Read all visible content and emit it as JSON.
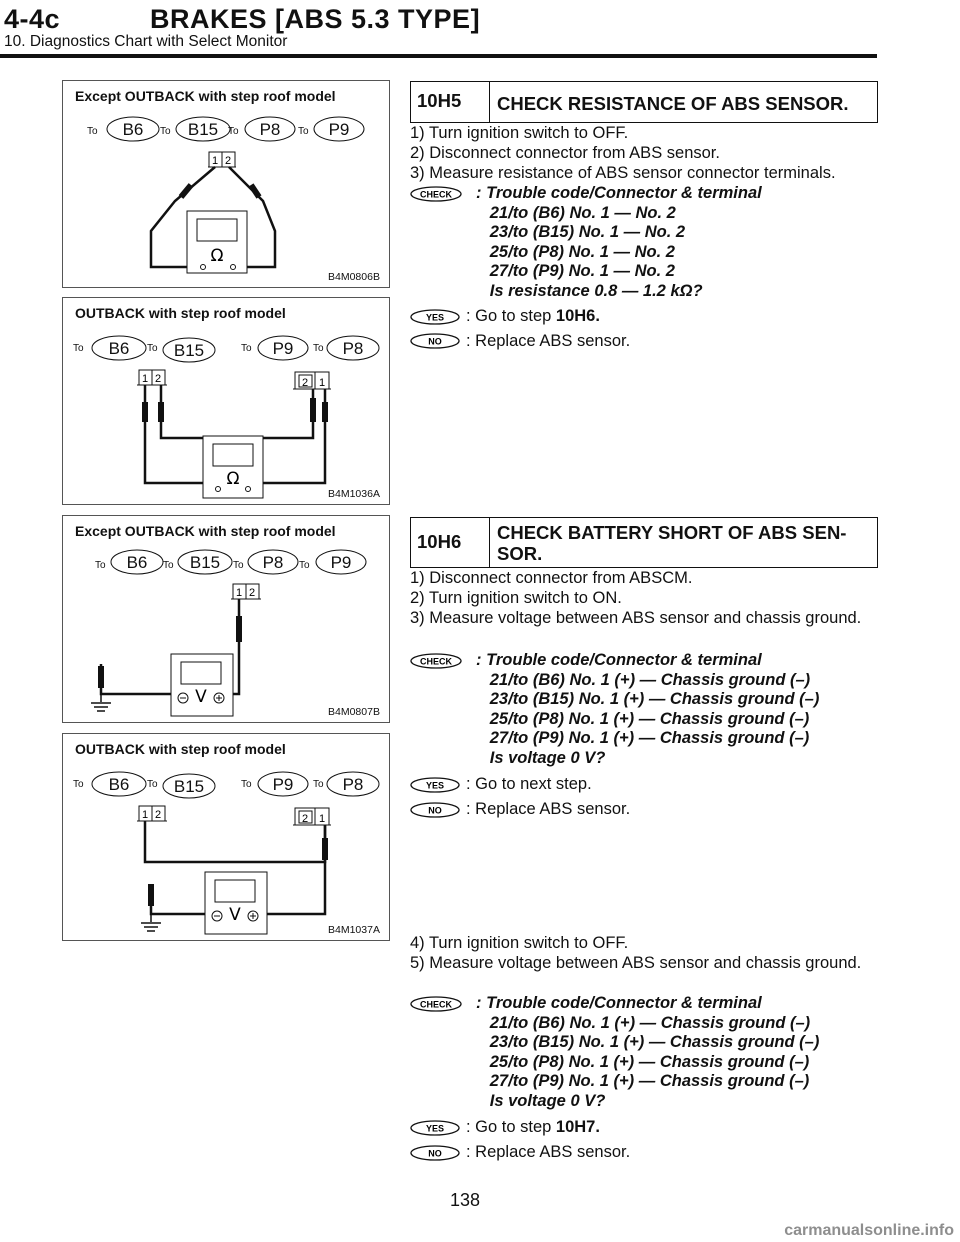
{
  "header": {
    "section": "4-4c",
    "title": "BRAKES [ABS 5.3 TYPE]",
    "subtitle": "10. Diagnostics Chart with Select Monitor"
  },
  "figures": [
    {
      "title": "Except OUTBACK with step roof model",
      "id": "B4M0806B",
      "connectors": [
        "B6",
        "B15",
        "P8",
        "P9"
      ],
      "to_label": "To",
      "pins": [
        "1",
        "2"
      ],
      "meter_symbol": "Ω"
    },
    {
      "title": "OUTBACK with step roof model",
      "id": "B4M1036A",
      "connectors": [
        "B6",
        "B15",
        "P9",
        "P8"
      ],
      "to_label": "To",
      "pins": [
        "1",
        "2"
      ],
      "pins_right": [
        "2",
        "1"
      ],
      "meter_symbol": "Ω"
    },
    {
      "title": "Except OUTBACK with step roof model",
      "id": "B4M0807B",
      "connectors": [
        "B6",
        "B15",
        "P8",
        "P9"
      ],
      "to_label": "To",
      "pins": [
        "1",
        "2"
      ],
      "meter_symbol": "V"
    },
    {
      "title": "OUTBACK with step roof model",
      "id": "B4M1037A",
      "connectors": [
        "B6",
        "B15",
        "P9",
        "P8"
      ],
      "to_label": "To",
      "pins": [
        "1",
        "2"
      ],
      "pins_right": [
        "2",
        "1"
      ],
      "meter_symbol": "V"
    }
  ],
  "icons": {
    "check": "CHECK",
    "yes": "YES",
    "no": "NO"
  },
  "steps": [
    {
      "number": "10H5",
      "title": "CHECK RESISTANCE OF ABS SENSOR.",
      "instructions": [
        "1) Turn ignition switch to OFF.",
        "2) Disconnect connector from ABS sensor.",
        "3) Measure resistance of ABS sensor connector terminals."
      ],
      "check": ": Trouble code/Connector & terminal\n   21/to (B6) No. 1 — No. 2\n   23/to (B15) No. 1 — No. 2\n   25/to (P8) No. 1 — No. 2\n   27/to (P9) No. 1 — No. 2\n   Is resistance 0.8 — 1.2 kΩ?",
      "yes_prefix": ": Go to step ",
      "yes_target": "10H6.",
      "no_text": ": Replace ABS sensor."
    },
    {
      "number": "10H6",
      "title_line1": "CHECK BATTERY SHORT OF ABS SEN-",
      "title_line2": "SOR.",
      "instructions_1": "1) Disconnect connector from ABSCM.",
      "instructions_2": "2) Turn ignition switch to ON.",
      "instructions_3": "3) Measure voltage between ABS sensor and chassis ground.",
      "check": ": Trouble code/Connector & terminal\n   21/to (B6) No. 1 (+) — Chassis ground (–)\n   23/to (B15) No. 1 (+) — Chassis ground (–)\n   25/to (P8) No. 1 (+) — Chassis ground (–)\n   27/to (P9) No. 1 (+) — Chassis ground (–)\n   Is voltage 0 V?",
      "yes_text": ": Go to next step.",
      "no_text": ": Replace ABS sensor.",
      "instructions_4": "4) Turn ignition switch to OFF.",
      "instructions_5": "5) Measure voltage between ABS sensor and chassis ground.",
      "check2": ": Trouble code/Connector & terminal\n   21/to (B6) No. 1 (+) — Chassis ground (–)\n   23/to (B15) No. 1 (+) — Chassis ground (–)\n   25/to (P8) No. 1 (+) — Chassis ground (–)\n   27/to (P9) No. 1 (+) — Chassis ground (–)\n   Is voltage 0 V?",
      "yes2_prefix": ": Go to step ",
      "yes2_target": "10H7.",
      "no2_text": ": Replace ABS sensor."
    }
  ],
  "page_number": "138",
  "watermark": "carmanualsonline.info"
}
